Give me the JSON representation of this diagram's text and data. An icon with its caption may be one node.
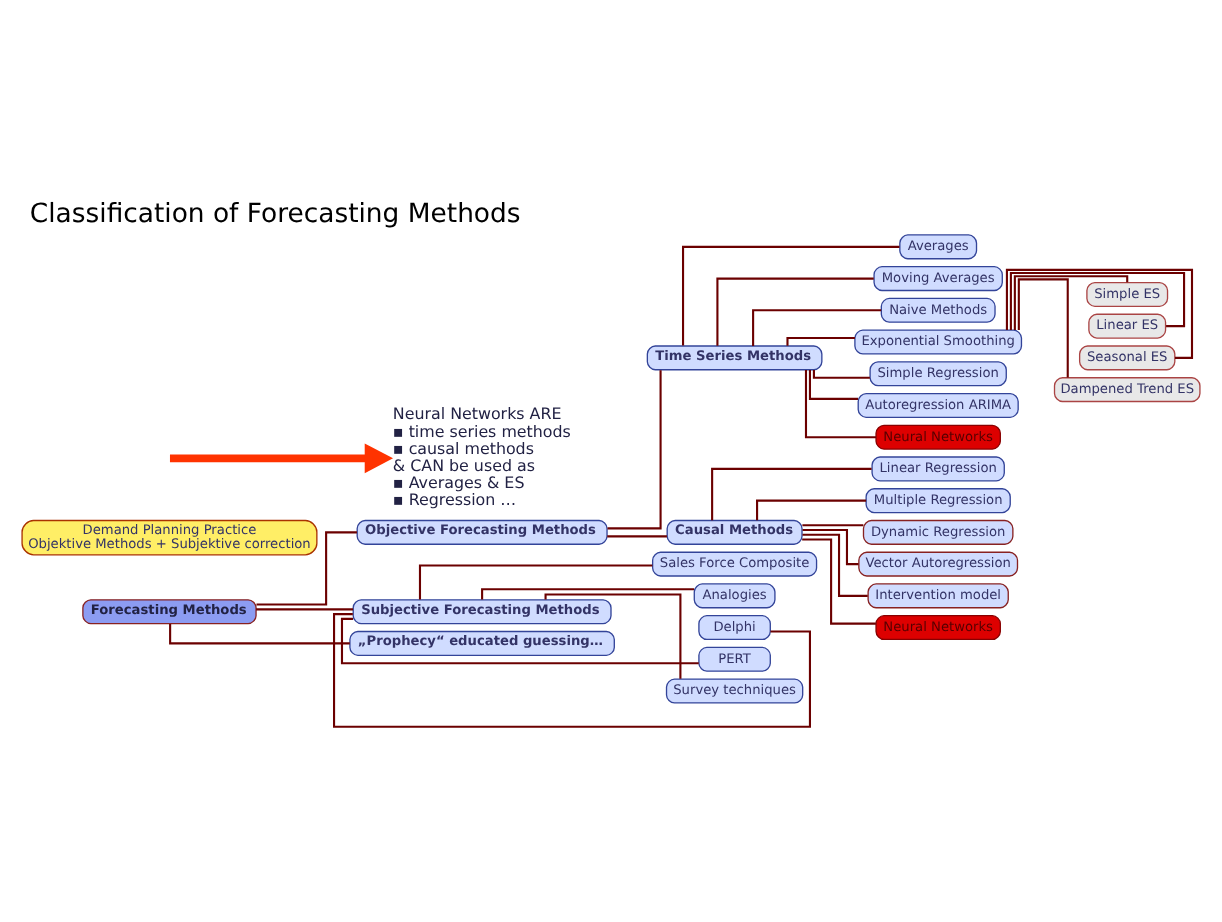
{
  "diagram": {
    "title": "Classification of Forecasting Methods",
    "nodes": [
      {
        "text": [
          "Forecasting Methods"
        ]
      },
      {
        "text": [
          "Objective Forecasting Methods"
        ]
      },
      {
        "text": [
          "Subjective Forecasting Methods"
        ]
      },
      {
        "text": [
          "„Prophecy“ educated guessing…"
        ]
      },
      {
        "text": [
          "Time Series Methods"
        ]
      },
      {
        "text": [
          "Causal Methods"
        ]
      },
      {
        "text": [
          "Averages"
        ]
      },
      {
        "text": [
          "Moving Averages"
        ]
      },
      {
        "text": [
          "Naive Methods"
        ]
      },
      {
        "text": [
          "Exponential Smoothing"
        ]
      },
      {
        "text": [
          "Simple ES"
        ]
      },
      {
        "text": [
          "Linear ES"
        ]
      },
      {
        "text": [
          "Seasonal ES"
        ]
      },
      {
        "text": [
          "Dampened Trend ES"
        ]
      },
      {
        "text": [
          "Simple Regression"
        ]
      },
      {
        "text": [
          "Autoregression ARIMA"
        ]
      },
      {
        "text": [
          "Neural Networks"
        ]
      },
      {
        "text": [
          "Linear Regression"
        ]
      },
      {
        "text": [
          "Multiple Regression"
        ]
      },
      {
        "text": [
          "Dynamic Regression"
        ]
      },
      {
        "text": [
          "Vector Autoregression"
        ]
      },
      {
        "text": [
          "Intervention model"
        ]
      },
      {
        "text": [
          "Neural Networks"
        ]
      },
      {
        "text": [
          "Sales Force Composite"
        ]
      },
      {
        "text": [
          "Analogies"
        ]
      },
      {
        "text": [
          "Delphi"
        ]
      },
      {
        "text": [
          "PERT"
        ]
      },
      {
        "text": [
          "Survey techniques"
        ]
      },
      {
        "text": [
          "Demand Planning Practice",
          "Objektive Methods + Subjektive correction"
        ]
      },
      {
        "text": [
          "Neural Networks ARE",
          "▪ time series methods",
          "▪ causal methods",
          "& CAN be used as",
          "▪ Averages & ES",
          "▪ Regression …"
        ]
      }
    ],
    "edges": [
      {
        "from": 0,
        "to": 1,
        "arrow": "none"
      },
      {
        "from": 0,
        "to": 2,
        "arrow": "none"
      },
      {
        "from": 0,
        "to": 3,
        "arrow": "none"
      },
      {
        "from": 1,
        "to": 4,
        "arrow": "none"
      },
      {
        "from": 1,
        "to": 5,
        "arrow": "none"
      },
      {
        "from": 4,
        "to": 6,
        "arrow": "none"
      },
      {
        "from": 4,
        "to": 7,
        "arrow": "none"
      },
      {
        "from": 4,
        "to": 8,
        "arrow": "none"
      },
      {
        "from": 4,
        "to": 9,
        "arrow": "none"
      },
      {
        "from": 9,
        "to": 10,
        "arrow": "none"
      },
      {
        "from": 9,
        "to": 11,
        "arrow": "none"
      },
      {
        "from": 9,
        "to": 12,
        "arrow": "none"
      },
      {
        "from": 9,
        "to": 13,
        "arrow": "none"
      },
      {
        "from": 4,
        "to": 14,
        "arrow": "none"
      },
      {
        "from": 4,
        "to": 15,
        "arrow": "none"
      },
      {
        "from": 4,
        "to": 16,
        "arrow": "none"
      },
      {
        "from": 5,
        "to": 17,
        "arrow": "none"
      },
      {
        "from": 5,
        "to": 18,
        "arrow": "none"
      },
      {
        "from": 5,
        "to": 19,
        "arrow": "none"
      },
      {
        "from": 5,
        "to": 20,
        "arrow": "none"
      },
      {
        "from": 5,
        "to": 21,
        "arrow": "none"
      },
      {
        "from": 5,
        "to": 22,
        "arrow": "none"
      },
      {
        "from": 2,
        "to": 23,
        "arrow": "none"
      },
      {
        "from": 2,
        "to": 24,
        "arrow": "none"
      },
      {
        "from": 2,
        "to": 25,
        "arrow": "none"
      },
      {
        "from": 2,
        "to": 26,
        "arrow": "none"
      },
      {
        "from": 2,
        "to": 27,
        "arrow": "none"
      },
      {
        "from": null,
        "to": 29,
        "arrow": "to",
        "style": "thick",
        "color": "#ff3300"
      }
    ]
  }
}
